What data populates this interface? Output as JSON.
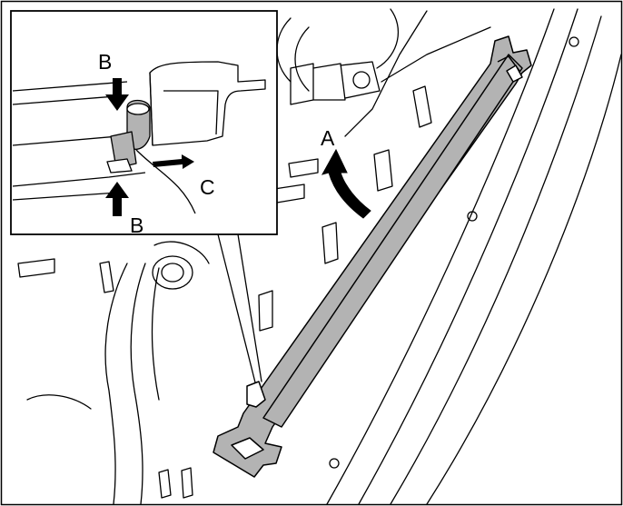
{
  "labels": {
    "a": "A",
    "b_top": "B",
    "b_bottom": "B",
    "c": "C"
  },
  "colors": {
    "line": "#000000",
    "part_fill": "#b3b3b3",
    "background": "#ffffff"
  }
}
